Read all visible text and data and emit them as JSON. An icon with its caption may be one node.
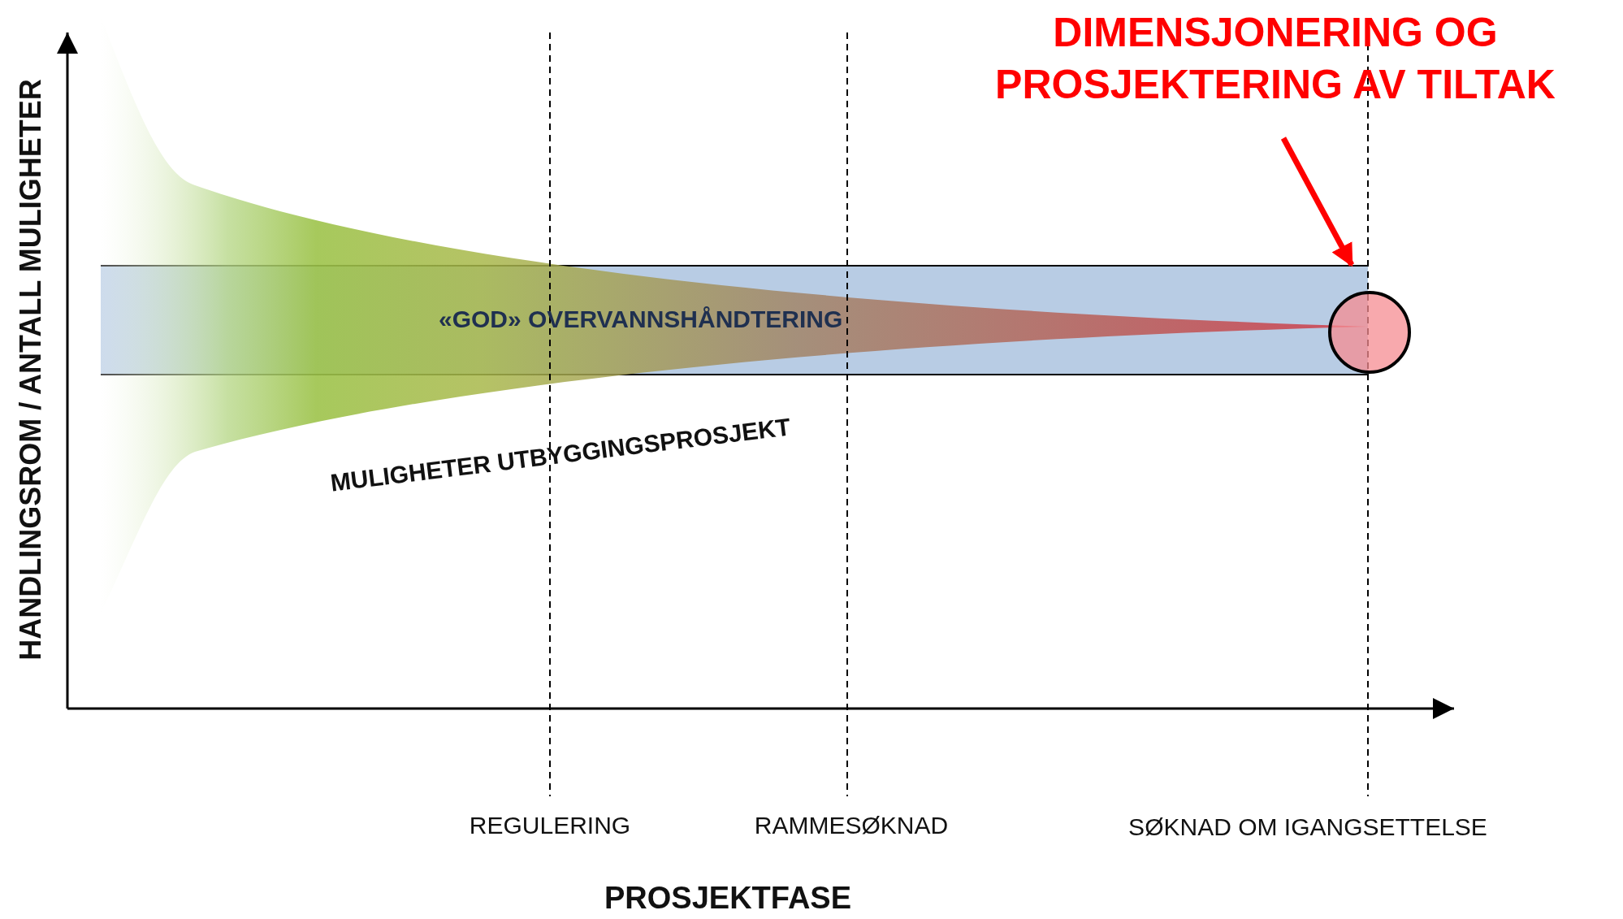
{
  "diagram": {
    "nodes": [
      {
        "text": [
          "«GOD» OVERVANNSHÅNDTERING"
        ]
      },
      {
        "text": [
          "DIMENSJONERING OG PROSJEKTERING AV TILTAK"
        ]
      },
      {
        "text": [],
        "shape": "circle"
      }
    ],
    "edges": [
      {
        "from": 1,
        "to": 0,
        "arrow": "to",
        "color": "#ff0000"
      }
    ],
    "labels": [
      "HANDLINGSROM / ANTALL MULIGHETER",
      "MULIGHETER UTBYGGINGSPROSJEKT",
      "REGULERING",
      "RAMMESØKNAD",
      "SØKNAD OM IGANGSETTELSE",
      "PROSJEKTFASE"
    ]
  }
}
